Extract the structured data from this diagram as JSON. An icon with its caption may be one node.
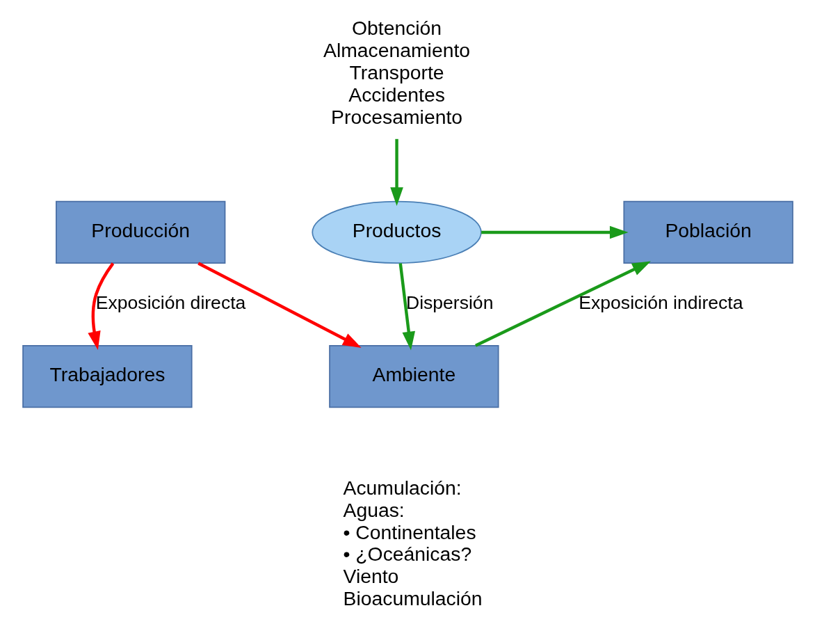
{
  "diagram": {
    "nodes": [
      {
        "text": [
          "Producción"
        ]
      },
      {
        "text": [
          "Trabajadores"
        ]
      },
      {
        "text": [
          "Obtención",
          "Almacenamiento",
          "Transporte",
          "Accidentes",
          "Procesamiento"
        ]
      },
      {
        "text": [
          "Productos"
        ]
      },
      {
        "text": [
          "Población"
        ]
      },
      {
        "text": [
          "Ambiente"
        ],
        "beside": [
          "Acumulación:",
          "Aguas:",
          "• Continentales",
          "• ¿Oceánicas?",
          "Viento",
          "Bioacumulación"
        ]
      }
    ],
    "edges": [
      {
        "from": 0,
        "to": 1,
        "arrow": "to",
        "label": "Exposición directa",
        "color": "#ff0000"
      },
      {
        "from": 0,
        "to": 5,
        "arrow": "to",
        "color": "#ff0000"
      },
      {
        "from": 2,
        "to": 3,
        "arrow": "to"
      },
      {
        "from": 3,
        "to": 5,
        "arrow": "to",
        "label": "Dispersión"
      },
      {
        "from": 3,
        "to": 4,
        "arrow": "to"
      },
      {
        "from": 5,
        "to": 4,
        "arrow": "to",
        "label": "Exposición indirecta"
      }
    ]
  }
}
